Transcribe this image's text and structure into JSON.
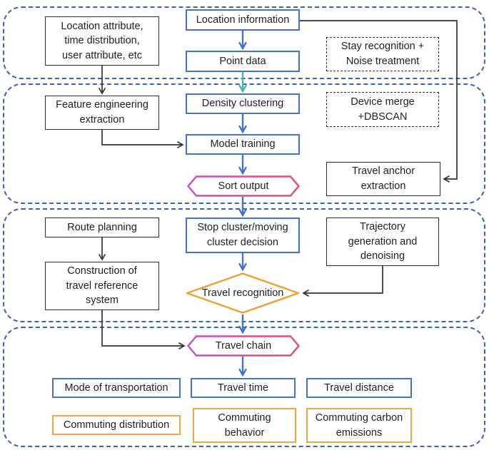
{
  "figure": {
    "type": "flowchart",
    "title": "Travel analysis pipeline flow diagram"
  },
  "nodes": {
    "location_attribute": {
      "label": "Location attribute,\ntime distribution,\nuser attribute, etc"
    },
    "location_information": {
      "label": "Location information"
    },
    "point_data": {
      "label": "Point data"
    },
    "stay_recognition": {
      "label": "Stay recognition +\nNoise treatment"
    },
    "feature_engineering": {
      "label": "Feature engineering\nextraction"
    },
    "density_clustering": {
      "label": "Density clustering"
    },
    "device_merge": {
      "label": "Device merge\n+DBSCAN"
    },
    "model_training": {
      "label": "Model training"
    },
    "sort_output": {
      "label": "Sort output"
    },
    "travel_anchor": {
      "label": "Travel anchor\nextraction"
    },
    "route_planning": {
      "label": "Route planning"
    },
    "stop_cluster": {
      "label": "Stop cluster/moving\ncluster decision"
    },
    "trajectory_generation": {
      "label": "Trajectory\ngeneration and\ndenoising"
    },
    "construction_reference": {
      "label": "Construction of\ntravel reference\nsystem"
    },
    "travel_recognition": {
      "label": "Travel recognition"
    },
    "travel_chain": {
      "label": "Travel chain"
    },
    "mode_of_transportation": {
      "label": "Mode of transportation"
    },
    "travel_time": {
      "label": "Travel time"
    },
    "travel_distance": {
      "label": "Travel distance"
    },
    "commuting_distribution": {
      "label": "Commuting distribution"
    },
    "commuting_behavior": {
      "label": "Commuting\nbehavior"
    },
    "commuting_carbon": {
      "label": "Commuting carbon\nemissions"
    }
  },
  "colors": {
    "container_border": "#3a62ad",
    "process_box_border": "#4472c4",
    "plain_box_border": "#2f2f2f",
    "dashed_box_border": "#2f2f2f",
    "output_box_border": "#f2a53c",
    "diamond_border": "#f0a030",
    "hexagon_gradient_start": "#cb4bce",
    "hexagon_gradient_end": "#e25063",
    "arrow_blue": "#4472c4",
    "arrow_black": "#333333",
    "arrow_teal": "#45b8ab",
    "text": "#1f1f1f"
  }
}
